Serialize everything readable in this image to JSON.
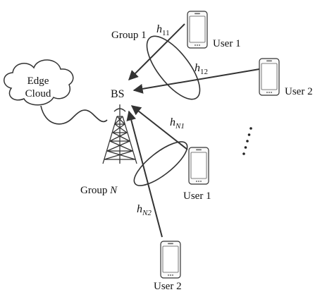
{
  "figure": {
    "cloud_label_line1": "Edge",
    "cloud_label_line2": "Cloud",
    "bs_label": "BS",
    "group1_label": "Group 1",
    "groupN_label_prefix": "Group ",
    "groupN_label_var": "N",
    "h11_base": "h",
    "h11_sub": "11",
    "h12_base": "h",
    "h12_sub": "12",
    "hN1_base": "h",
    "hN1_sub": "N1",
    "hN2_base": "h",
    "hN2_sub": "N2",
    "user_g1_1": "User 1",
    "user_g1_2": "User 2",
    "user_gN_1": "User 1",
    "user_gN_2": "User 2",
    "ellipsis_count": 5
  },
  "colors": {
    "line": "#333333",
    "cloud_fill": "#ffffff",
    "phone_body": "#fafafa",
    "phone_screen": "#ffffff"
  }
}
